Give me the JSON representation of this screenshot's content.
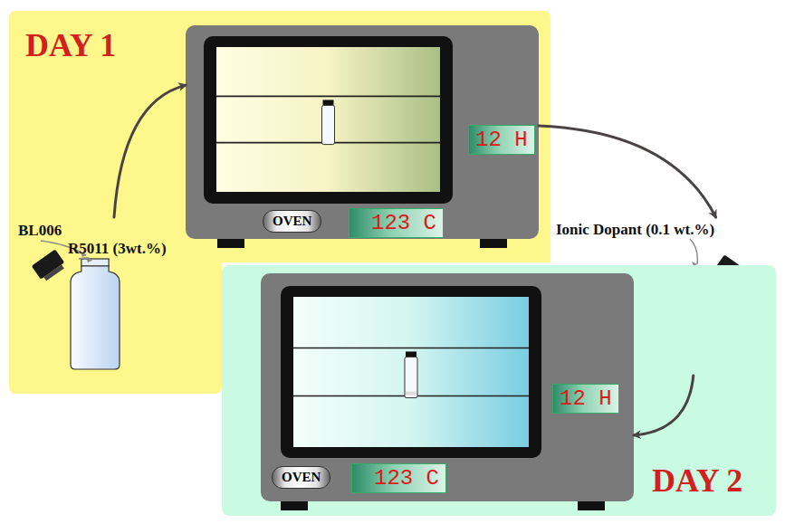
{
  "diagram": {
    "nodes": [
      {
        "text": [
          "DAY 1"
        ]
      },
      {
        "text": [
          "BL006",
          "R5011 (3wt.%)"
        ],
        "in": 0
      },
      {
        "text": [
          "12 H",
          "123 C",
          "OVEN"
        ],
        "in": 0
      },
      {
        "text": [
          "Ionic Dopant (0.1 wt.%)"
        ]
      },
      {
        "text": [
          "DAY 2"
        ]
      },
      {
        "text": [
          "12 H",
          "123 C",
          "OVEN"
        ],
        "in": 4
      }
    ],
    "edges": [
      {
        "from": 1,
        "to": 2,
        "arrow": "to"
      },
      {
        "from": 2,
        "to": 3,
        "arrow": "to"
      },
      {
        "from": 3,
        "to": 5,
        "arrow": "to"
      }
    ]
  }
}
